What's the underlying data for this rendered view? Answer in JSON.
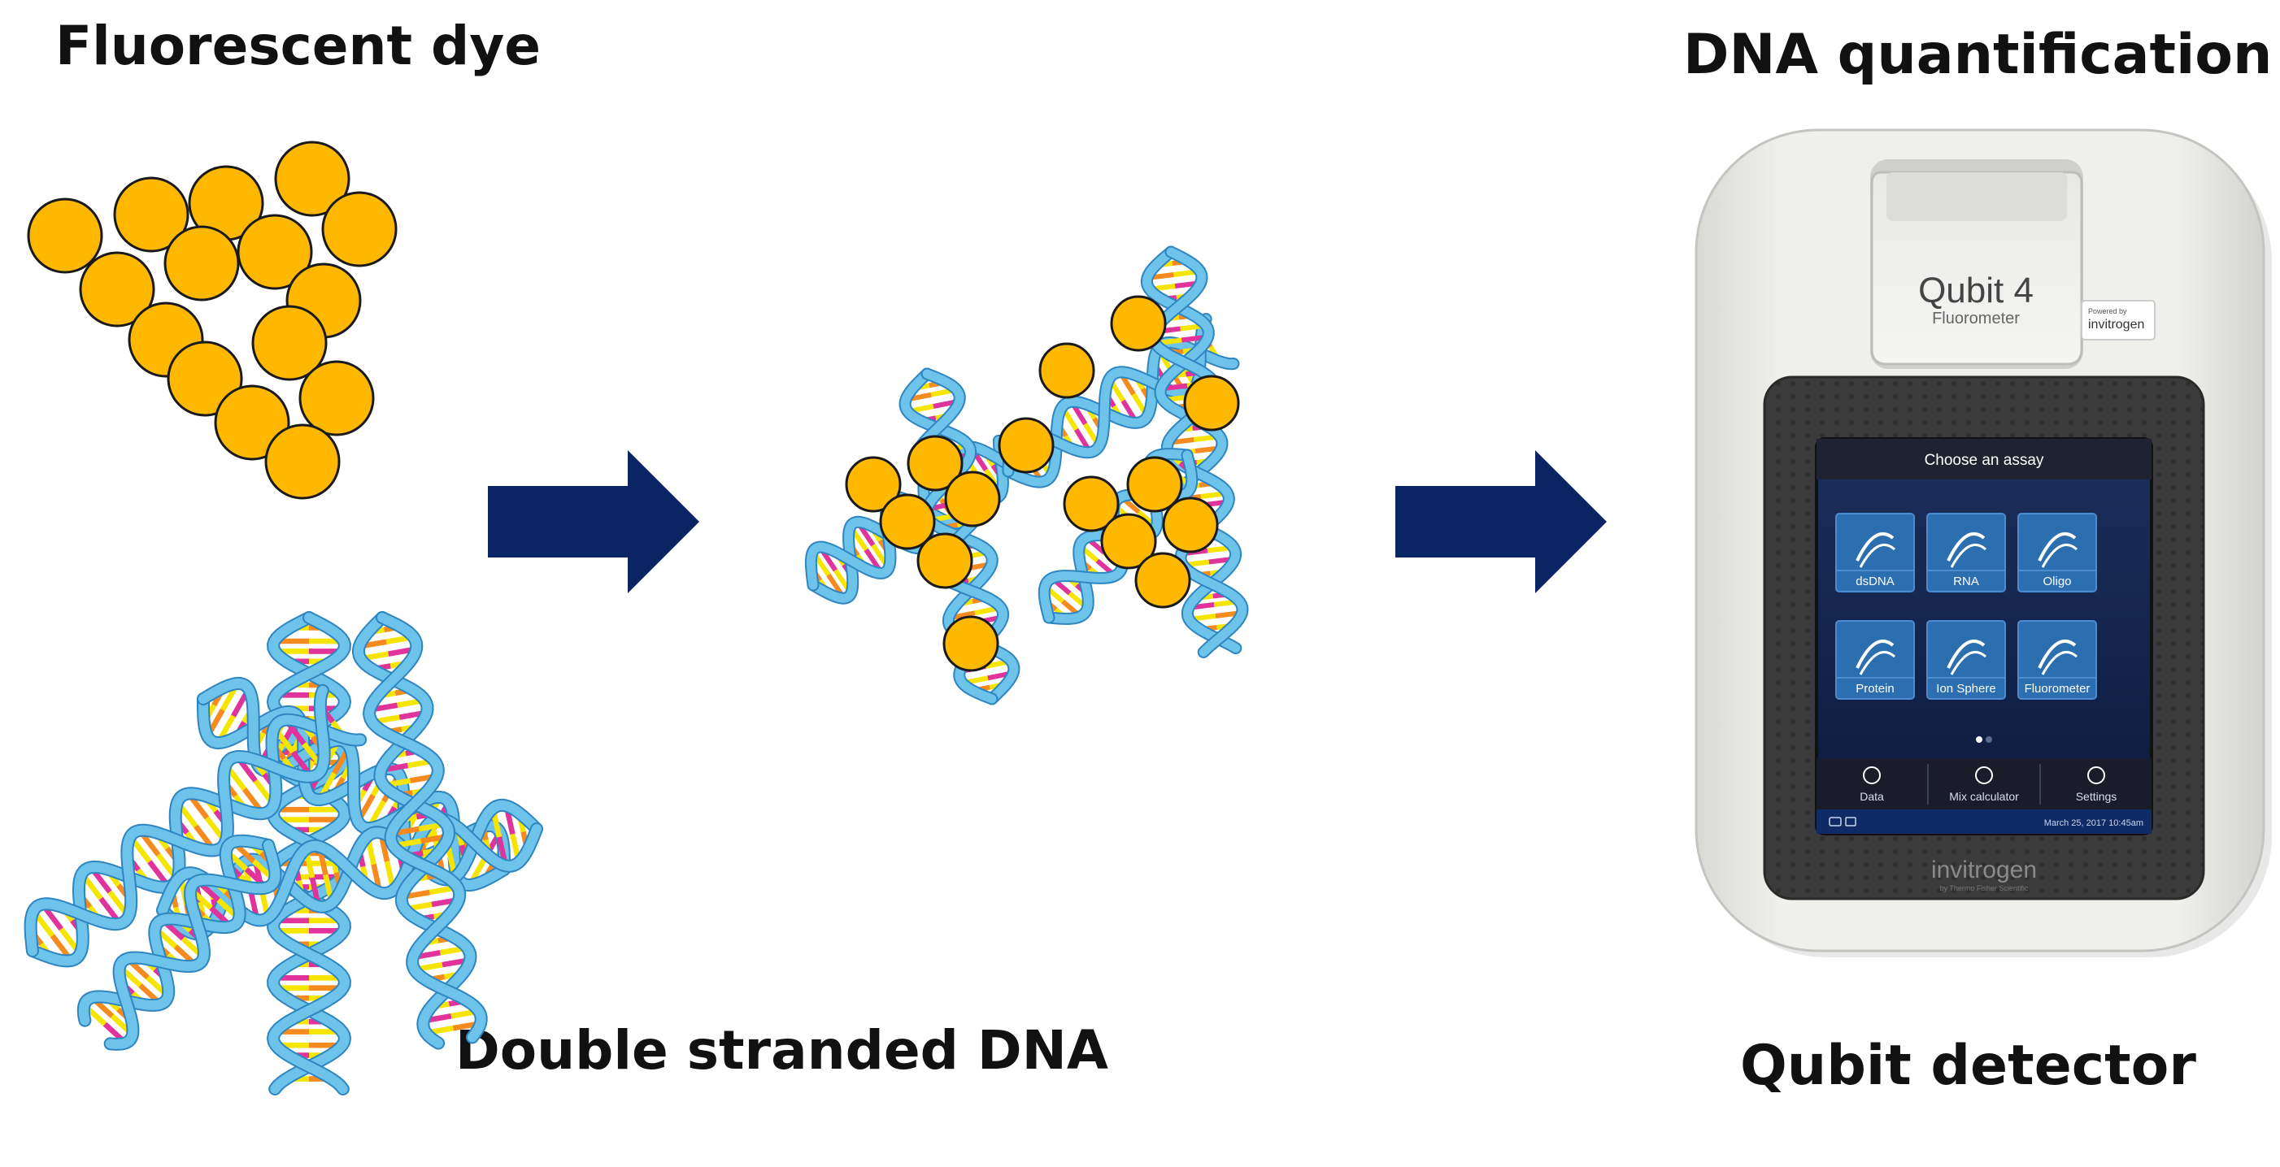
{
  "labels": {
    "fluorescent_dye": "Fluorescent dye",
    "dna_quantification": "DNA quantification",
    "double_stranded_dna": "Double stranded DNA",
    "qubit_detector": "Qubit detector"
  },
  "device": {
    "model": "Qubit 4",
    "subtitle": "Fluorometer",
    "badge_top": "Powered by",
    "badge_brand": "invitrogen",
    "brand": "invitrogen",
    "brand_sub": "by Thermo Fisher Scientific",
    "screen": {
      "title": "Choose an assay",
      "tiles": [
        {
          "label": "dsDNA",
          "icon": "dsdna-icon"
        },
        {
          "label": "RNA",
          "icon": "rna-icon"
        },
        {
          "label": "Oligo",
          "icon": "oligo-icon"
        },
        {
          "label": "Protein",
          "icon": "protein-icon"
        },
        {
          "label": "Ion Sphere",
          "icon": "ion-sphere-icon"
        },
        {
          "label": "Fluorometer",
          "icon": "flask-icon"
        }
      ],
      "bottom": [
        {
          "label": "Data",
          "icon": "export-icon"
        },
        {
          "label": "Mix calculator",
          "icon": "calculator-icon"
        },
        {
          "label": "Settings",
          "icon": "gear-icon"
        }
      ],
      "datetime": "March 25, 2017 10:45am"
    }
  },
  "colors": {
    "dye": "#FFB800",
    "dye_stroke": "#1a1a1a",
    "helix": "#6EC3EA",
    "helix_stroke": "#2E86C1",
    "base_magenta": "#E0339B",
    "base_yellow": "#F5E500",
    "base_orange": "#F58A1F",
    "arrow": "#0B2463",
    "screen_tile": "#2C6FB0"
  }
}
